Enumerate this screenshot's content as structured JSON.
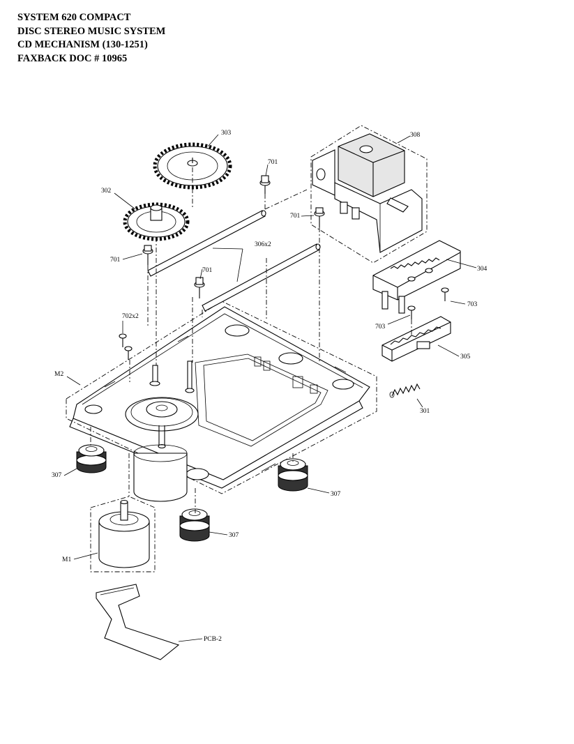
{
  "header": {
    "line1": "SYSTEM 620 COMPACT",
    "line2": "DISC STEREO MUSIC SYSTEM",
    "line3": "CD MECHANISM  (130-1251)",
    "line4": "FAXBACK DOC # 10965"
  },
  "callouts": {
    "c303": "303",
    "c308": "308",
    "c701a": "701",
    "c302": "302",
    "c701b": "701",
    "c306": "306x2",
    "c701c": "701",
    "c701d": "701",
    "c304": "304",
    "c703a": "703",
    "c703b": "703",
    "c702": "702x2",
    "c305": "305",
    "cM2": "M2",
    "c301": "301",
    "c307a": "307",
    "c307b": "307",
    "c307c": "307",
    "cM1": "M1",
    "cPCB": "PCB-2"
  }
}
